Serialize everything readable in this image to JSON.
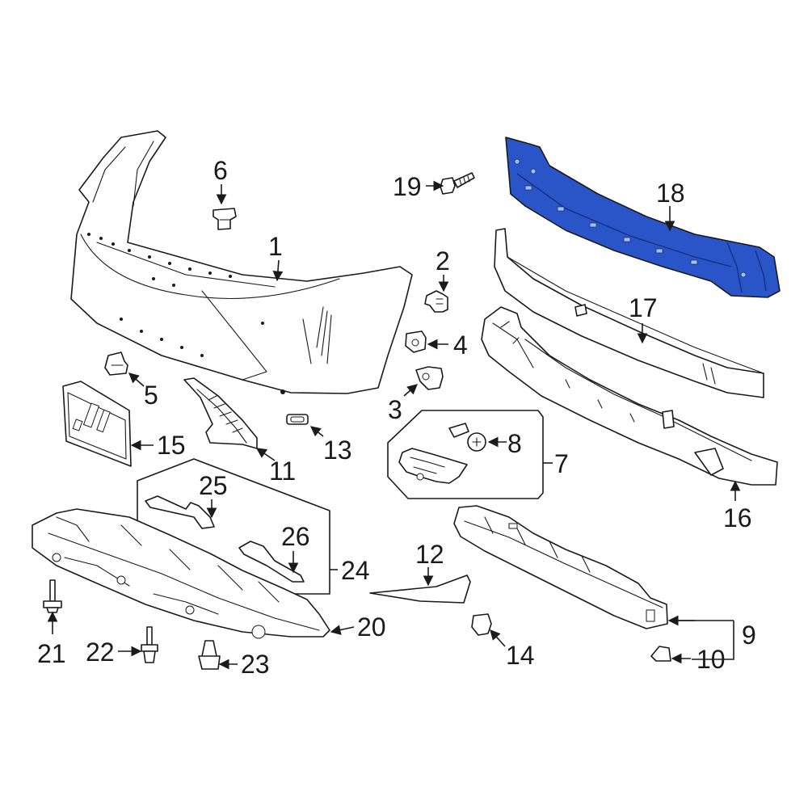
{
  "diagram": {
    "highlight_color": "#2a55c9",
    "line_color": "#1a1a1a",
    "callouts": {
      "c1": "1",
      "c2": "2",
      "c3": "3",
      "c4": "4",
      "c5": "5",
      "c6": "6",
      "c7": "7",
      "c8": "8",
      "c9": "9",
      "c10": "10",
      "c11": "11",
      "c12": "12",
      "c13": "13",
      "c14": "14",
      "c15": "15",
      "c16": "16",
      "c17": "17",
      "c18": "18",
      "c19": "19",
      "c20": "20",
      "c21": "21",
      "c22": "22",
      "c23": "23",
      "c24": "24",
      "c25": "25",
      "c26": "26"
    }
  }
}
